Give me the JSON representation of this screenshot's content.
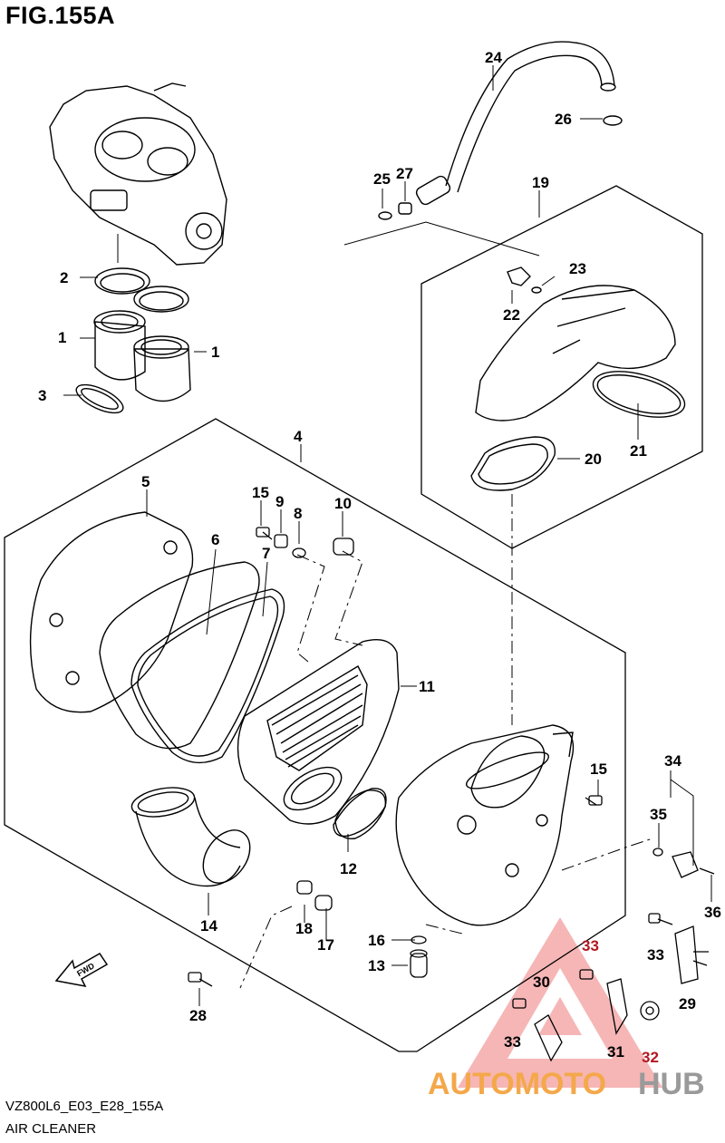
{
  "figure": {
    "title": "FIG.155A",
    "code": "VZ800L6_E03_E28_155A",
    "caption": "AIR CLEANER",
    "fwd_label": "FWD"
  },
  "callouts": [
    {
      "id": "c1a",
      "text": "1"
    },
    {
      "id": "c1b",
      "text": "1"
    },
    {
      "id": "c2",
      "text": "2"
    },
    {
      "id": "c3",
      "text": "3"
    },
    {
      "id": "c4",
      "text": "4"
    },
    {
      "id": "c5",
      "text": "5"
    },
    {
      "id": "c6",
      "text": "6"
    },
    {
      "id": "c7",
      "text": "7"
    },
    {
      "id": "c8",
      "text": "8"
    },
    {
      "id": "c9",
      "text": "9"
    },
    {
      "id": "c10",
      "text": "10"
    },
    {
      "id": "c11",
      "text": "11"
    },
    {
      "id": "c12",
      "text": "12"
    },
    {
      "id": "c13",
      "text": "13"
    },
    {
      "id": "c14",
      "text": "14"
    },
    {
      "id": "c15a",
      "text": "15"
    },
    {
      "id": "c15b",
      "text": "15"
    },
    {
      "id": "c16",
      "text": "16"
    },
    {
      "id": "c17",
      "text": "17"
    },
    {
      "id": "c18",
      "text": "18"
    },
    {
      "id": "c19",
      "text": "19"
    },
    {
      "id": "c20",
      "text": "20"
    },
    {
      "id": "c21",
      "text": "21"
    },
    {
      "id": "c22",
      "text": "22"
    },
    {
      "id": "c23",
      "text": "23"
    },
    {
      "id": "c24",
      "text": "24"
    },
    {
      "id": "c25",
      "text": "25"
    },
    {
      "id": "c26",
      "text": "26"
    },
    {
      "id": "c27",
      "text": "27"
    },
    {
      "id": "c28",
      "text": "28"
    },
    {
      "id": "c29",
      "text": "29"
    },
    {
      "id": "c30",
      "text": "30"
    },
    {
      "id": "c31",
      "text": "31"
    },
    {
      "id": "c32",
      "text": "32"
    },
    {
      "id": "c33a",
      "text": "33"
    },
    {
      "id": "c33b",
      "text": "33"
    },
    {
      "id": "c33c",
      "text": "33"
    },
    {
      "id": "c34",
      "text": "34"
    },
    {
      "id": "c35",
      "text": "35"
    },
    {
      "id": "c36",
      "text": "36"
    }
  ],
  "watermark": {
    "part1": "AUTOMOTO",
    "part2": "HUB",
    "color1": "#f4a84a",
    "color2": "#9a9a9a",
    "triangle_color": "#e83c3c"
  }
}
